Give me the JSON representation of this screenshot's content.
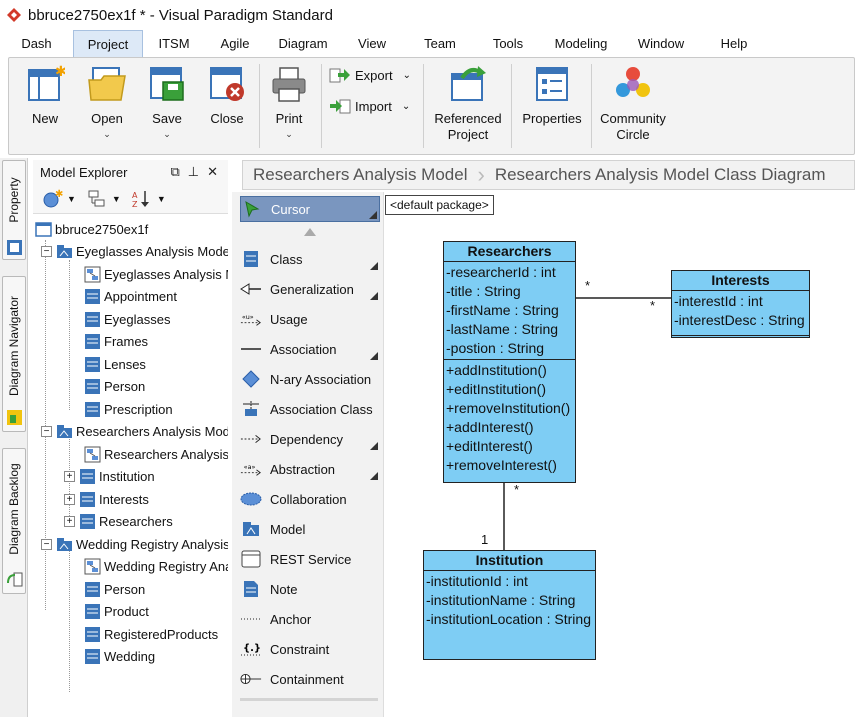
{
  "window": {
    "title": "bbruce2750ex1f * - Visual Paradigm Standard"
  },
  "menu": {
    "tabs": [
      {
        "label": "Dash",
        "active": false
      },
      {
        "label": "Project",
        "active": true
      },
      {
        "label": "ITSM",
        "active": false
      },
      {
        "label": "Agile",
        "active": false
      },
      {
        "label": "Diagram",
        "active": false
      },
      {
        "label": "View",
        "active": false
      },
      {
        "label": "Team",
        "active": false
      },
      {
        "label": "Tools",
        "active": false
      },
      {
        "label": "Modeling",
        "active": false
      },
      {
        "label": "Window",
        "active": false
      },
      {
        "label": "Help",
        "active": false
      }
    ]
  },
  "ribbon": {
    "new": "New",
    "open": "Open",
    "save": "Save",
    "close": "Close",
    "print": "Print",
    "export": "Export",
    "import": "Import",
    "referenced_1": "Referenced",
    "referenced_2": "Project",
    "properties": "Properties",
    "community_1": "Community",
    "community_2": "Circle"
  },
  "vtabs": {
    "property": "Property",
    "navigator": "Diagram Navigator",
    "backlog": "Diagram Backlog"
  },
  "explorer": {
    "title": "Model Explorer",
    "tree": [
      {
        "label": "bbruce2750ex1f",
        "level": 0,
        "icon": "project-icon",
        "exp": ""
      },
      {
        "label": "Eyeglasses Analysis Model",
        "level": 1,
        "icon": "model-icon",
        "exp": "−"
      },
      {
        "label": "Eyeglasses Analysis Model Class Diagram",
        "level": 2,
        "icon": "diagram-icon",
        "exp": ""
      },
      {
        "label": "Appointment",
        "level": 2,
        "icon": "class-icon",
        "exp": ""
      },
      {
        "label": "Eyeglasses",
        "level": 2,
        "icon": "class-icon",
        "exp": ""
      },
      {
        "label": "Frames",
        "level": 2,
        "icon": "class-icon",
        "exp": ""
      },
      {
        "label": "Lenses",
        "level": 2,
        "icon": "class-icon",
        "exp": ""
      },
      {
        "label": "Person",
        "level": 2,
        "icon": "class-icon",
        "exp": ""
      },
      {
        "label": "Prescription",
        "level": 2,
        "icon": "class-icon",
        "exp": ""
      },
      {
        "label": "Researchers Analysis Model",
        "level": 1,
        "icon": "model-icon",
        "exp": "−"
      },
      {
        "label": "Researchers Analysis Model Class Diagram",
        "level": 2,
        "icon": "diagram-icon",
        "exp": ""
      },
      {
        "label": "Institution",
        "level": 2,
        "icon": "class-icon",
        "exp": "+"
      },
      {
        "label": "Interests",
        "level": 2,
        "icon": "class-icon",
        "exp": "+"
      },
      {
        "label": "Researchers",
        "level": 2,
        "icon": "class-icon",
        "exp": "+"
      },
      {
        "label": "Wedding Registry Analysis Model",
        "level": 1,
        "icon": "model-icon",
        "exp": "−"
      },
      {
        "label": "Wedding Registry Analysis Model Class Diagram",
        "level": 2,
        "icon": "diagram-icon",
        "exp": ""
      },
      {
        "label": "Person",
        "level": 2,
        "icon": "class-icon",
        "exp": ""
      },
      {
        "label": "Product",
        "level": 2,
        "icon": "class-icon",
        "exp": ""
      },
      {
        "label": "RegisteredProducts",
        "level": 2,
        "icon": "class-icon",
        "exp": ""
      },
      {
        "label": "Wedding",
        "level": 2,
        "icon": "class-icon",
        "exp": ""
      }
    ]
  },
  "breadcrumb": [
    "Researchers Analysis Model",
    "Researchers Analysis Model Class Diagram"
  ],
  "palette": [
    {
      "label": "Cursor",
      "icon": "cursor-icon",
      "more": true
    },
    {
      "label": "Class",
      "icon": "class-icon",
      "more": true
    },
    {
      "label": "Generalization",
      "icon": "generalization-icon",
      "more": true
    },
    {
      "label": "Usage",
      "icon": "usage-icon",
      "more": false
    },
    {
      "label": "Association",
      "icon": "association-icon",
      "more": true
    },
    {
      "label": "N-ary Association",
      "icon": "nary-association-icon",
      "more": false
    },
    {
      "label": "Association Class",
      "icon": "association-class-icon",
      "more": false
    },
    {
      "label": "Dependency",
      "icon": "dependency-icon",
      "more": true
    },
    {
      "label": "Abstraction",
      "icon": "abstraction-icon",
      "more": true
    },
    {
      "label": "Collaboration",
      "icon": "collaboration-icon",
      "more": false
    },
    {
      "label": "Model",
      "icon": "model-icon",
      "more": false
    },
    {
      "label": "REST Service",
      "icon": "rest-service-icon",
      "more": false
    },
    {
      "label": "Note",
      "icon": "note-icon",
      "more": false
    },
    {
      "label": "Anchor",
      "icon": "anchor-icon",
      "more": false
    },
    {
      "label": "Constraint",
      "icon": "constraint-icon",
      "more": false
    },
    {
      "label": "Containment",
      "icon": "containment-icon",
      "more": false
    }
  ],
  "canvas": {
    "package": "<default package>",
    "classes": {
      "researchers": {
        "name": "Researchers",
        "attributes": [
          "-researcherId : int",
          "-title : String",
          "-firstName : String",
          "-lastName : String",
          "-postion : String"
        ],
        "operations": [
          "+addInstitution()",
          "+editInstitution()",
          "+removeInstitution()",
          "+addInterest()",
          "+editInterest()",
          "+removeInterest()"
        ]
      },
      "interests": {
        "name": "Interests",
        "attributes": [
          "-interestId : int",
          "-interestDesc : String"
        ],
        "operations": []
      },
      "institution": {
        "name": "Institution",
        "attributes": [
          "-institutionId : int",
          "-institutionName : String",
          "-institutionLocation : String"
        ],
        "operations": []
      }
    },
    "multiplicities": {
      "res_int_left": "*",
      "res_int_right": "*",
      "res_inst_top": "*",
      "res_inst_bottom": "1"
    }
  },
  "colors": {
    "class_fill": "#7ecdf4",
    "palette_selected": "#7a96bf",
    "ribbon_bg": "#f3f3f3",
    "active_tab": "#dde9f7"
  }
}
